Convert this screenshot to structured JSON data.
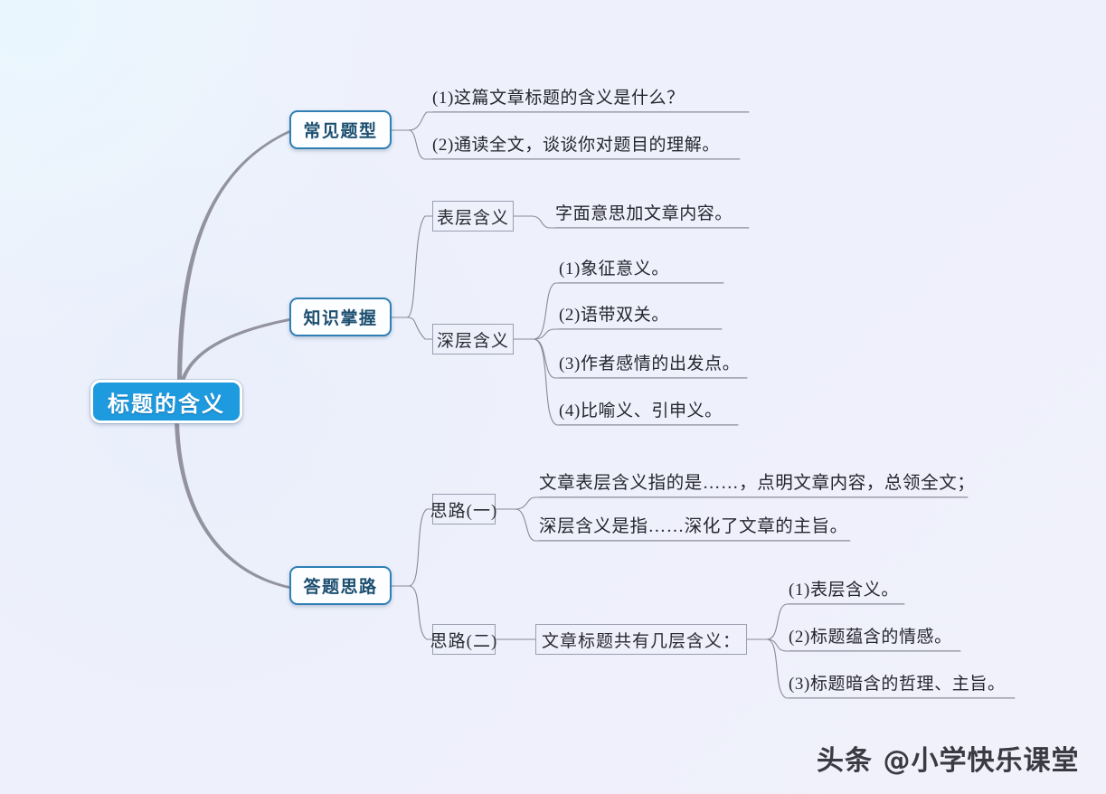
{
  "diagram": {
    "title": "标题的含义",
    "root": {
      "label": "标题的含义"
    },
    "branches": [
      {
        "label": "常见题型"
      },
      {
        "label": "知识掌握"
      },
      {
        "label": "答题思路"
      }
    ],
    "question_types": [
      {
        "text": "(1)这篇文章标题的含义是什么？"
      },
      {
        "text": "(2)通读全文，谈谈你对题目的理解。"
      }
    ],
    "knowledge": {
      "surface": {
        "label": "表层含义",
        "items": [
          {
            "text": "字面意思加文章内容。"
          }
        ]
      },
      "deep": {
        "label": "深层含义",
        "items": [
          {
            "text": "(1)象征意义。"
          },
          {
            "text": "(2)语带双关。"
          },
          {
            "text": "(3)作者感情的出发点。"
          },
          {
            "text": "(4)比喻义、引申义。"
          }
        ]
      }
    },
    "approach": {
      "first": {
        "label": "思路(一)",
        "items": [
          {
            "text": "文章表层含义指的是……，点明文章内容，总领全文；"
          },
          {
            "text": "深层含义是指……深化了文章的主旨。"
          }
        ]
      },
      "second": {
        "label": "思路(二)",
        "box": "文章标题共有几层含义：",
        "items": [
          {
            "text": "(1)表层含义。"
          },
          {
            "text": "(2)标题蕴含的情感。"
          },
          {
            "text": "(3)标题暗含的哲理、主旨。"
          }
        ]
      }
    },
    "watermark": "头条 @小学快乐课堂",
    "colors": {
      "root_fill": "#1e9ade",
      "root_text": "#ffffff",
      "branch_border": "#2f7fb5",
      "branch_text": "#1d4f70",
      "box_border": "#9a9eb0",
      "leaf_text": "#25252e",
      "wire": "#8a8a96",
      "background": "#eef0fb"
    }
  }
}
